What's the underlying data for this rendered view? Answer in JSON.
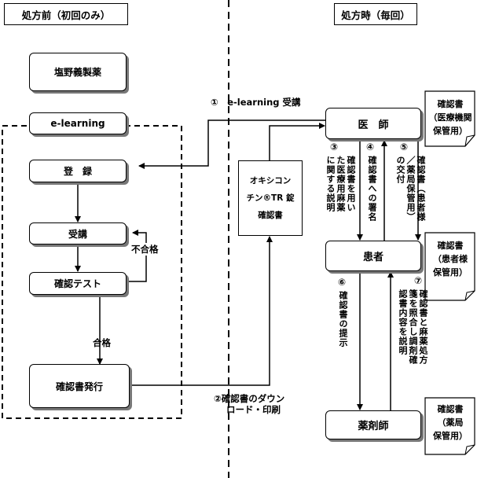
{
  "sections": {
    "before": "処方前（初回のみ）",
    "during": "処方時（毎回）"
  },
  "left_boxes": {
    "shionogi": "塩野義製薬",
    "elearning": "e-learning",
    "register": "登　録",
    "course": "受講",
    "test": "確認テスト",
    "issue": "確認書発行"
  },
  "middle_box": {
    "line1": "オキシコン",
    "line2": "チン®TR 錠",
    "line3": "確認書"
  },
  "right_boxes": {
    "doctor": "医　師",
    "patient": "患者",
    "pharmacist": "薬剤師"
  },
  "docs": {
    "clinic": [
      "確認書",
      "（医療機関",
      "保管用）"
    ],
    "patient": [
      "確認書",
      "（患者様",
      "保管用）"
    ],
    "pharmacy": [
      "確認書",
      "（薬局",
      "保管用）"
    ]
  },
  "labels": {
    "step1": "①　e-learning 受講",
    "step2_line1": "②確認書のダウン",
    "step2_line2": "ロード・印刷",
    "fail": "不合格",
    "pass": "合格",
    "step3_num": "③",
    "step3": "確認書を用いた医療用麻薬に関する説明",
    "step4_num": "④",
    "step4": "確認書への署名",
    "step5_num": "⑤",
    "step5": "確認書（患者様／薬局保管用）の交付",
    "step6_num": "⑥",
    "step6": "確認書の提示",
    "step7_num": "⑦",
    "step7": "確認書と麻薬処方箋を照合し調剤確認書内容を説明"
  }
}
